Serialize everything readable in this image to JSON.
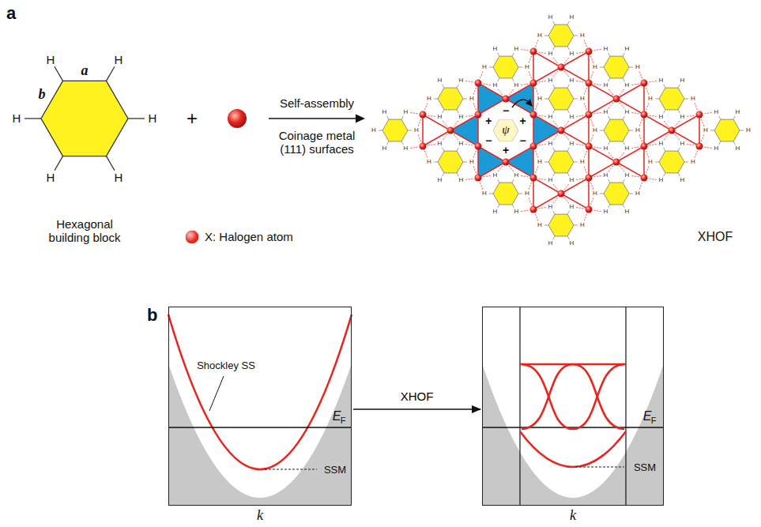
{
  "diagram": {
    "nodes": [
      {
        "text": [
          "ψ"
        ]
      },
      {
        "text": [
          "Shockley SS",
          "E",
          "F",
          "SSM"
        ]
      },
      {
        "text": [
          "E",
          "F",
          "SSM"
        ]
      }
    ],
    "edges": [
      {
        "from": 1,
        "to": 2,
        "arrow": "to",
        "label": "XHOF"
      }
    ],
    "labels": [
      "a",
      "H",
      "H",
      "H",
      "H",
      "H",
      "H",
      "a",
      "b",
      "Hexagonal building block",
      "+",
      "Self-assembly",
      "Coinage metal (111) surfaces",
      "XHOF",
      "+",
      "−",
      "+",
      "−",
      "+",
      "−",
      "b",
      "k",
      "k",
      "H",
      "H",
      "H",
      "H",
      "H",
      "H",
      "H",
      "H",
      "H",
      "H",
      "H",
      "H",
      "H",
      "H",
      "H",
      "H",
      "H",
      "H",
      "H",
      "H",
      "H",
      "H",
      "H",
      "H",
      "H",
      "H",
      "H",
      "H",
      "H",
      "H",
      "H",
      "H",
      "H",
      "H",
      "H",
      "H",
      "H",
      "H",
      "H",
      "H",
      "H",
      "H",
      "H",
      "H",
      "H",
      "H",
      "H",
      "H",
      "H",
      "H",
      "H",
      "H",
      "H",
      "H",
      "H",
      "H",
      "H",
      "H",
      "H",
      "H",
      "H",
      "H",
      "H",
      "H",
      "H",
      "H",
      "H",
      "H",
      "H",
      "H",
      "H",
      "H",
      "H",
      "H",
      "H",
      "H",
      "H",
      "H",
      "H",
      "H",
      "H",
      "H",
      "H",
      "H",
      "H",
      "H",
      "H",
      "H",
      "H",
      "H"
    ],
    "legend": [
      {
        "text": "X: Halogen atom",
        "color": "#e8251f"
      }
    ]
  }
}
